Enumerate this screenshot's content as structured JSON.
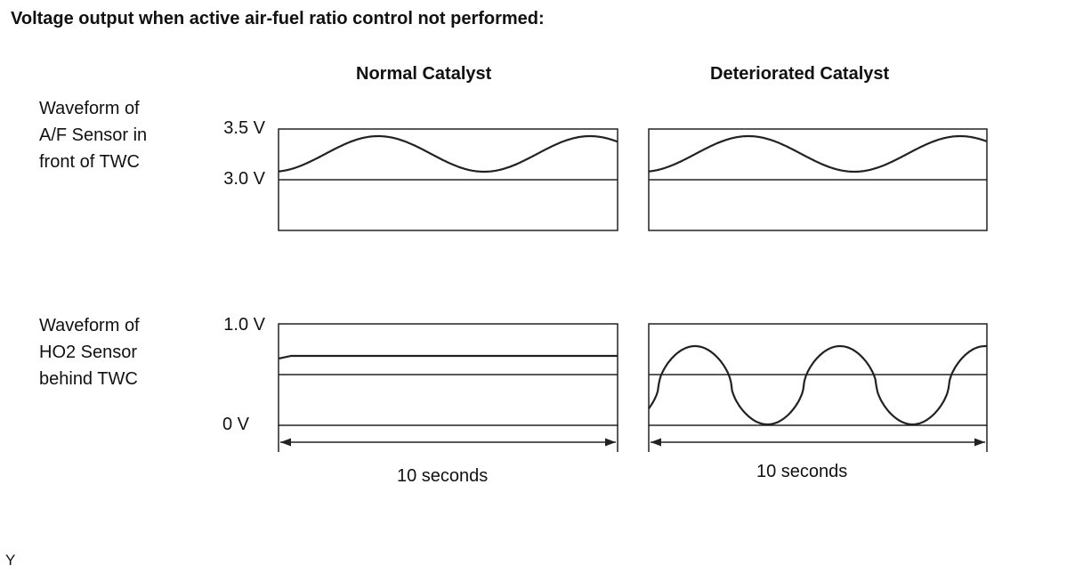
{
  "title": "Voltage output when active air-fuel ratio control not performed:",
  "columns": {
    "normal": "Normal Catalyst",
    "deteriorated": "Deteriorated Catalyst"
  },
  "rows": {
    "af": {
      "label_lines": [
        "Waveform of",
        "A/F Sensor in",
        "front of TWC"
      ],
      "y_top_label": "3.5 V",
      "y_ref_label": "3.0 V"
    },
    "ho2": {
      "label_lines": [
        "Waveform of",
        "HO2 Sensor",
        "behind TWC"
      ],
      "y_top_label": "1.0 V",
      "y_bottom_label": "0 V"
    }
  },
  "duration_label": "10 seconds",
  "corner_mark": "Y"
}
